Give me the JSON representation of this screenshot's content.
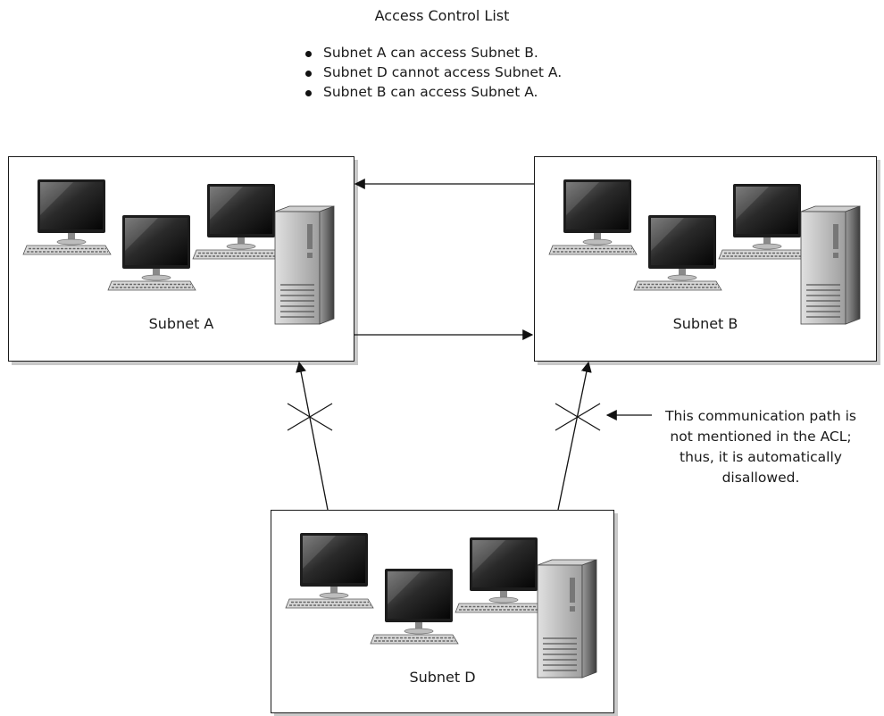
{
  "title": "Access Control List",
  "acl_rules": [
    "Subnet A can access Subnet B.",
    "Subnet D cannot access Subnet A.",
    "Subnet B can access Subnet A."
  ],
  "subnets": {
    "a": "Subnet A",
    "b": "Subnet B",
    "d": "Subnet D"
  },
  "note": "This communication path is not mentioned in the ACL; thus, it is automatically disallowed.",
  "note_lines": [
    "This communication path is",
    "not mentioned in the ACL;",
    "thus, it is automatically",
    "disallowed."
  ]
}
